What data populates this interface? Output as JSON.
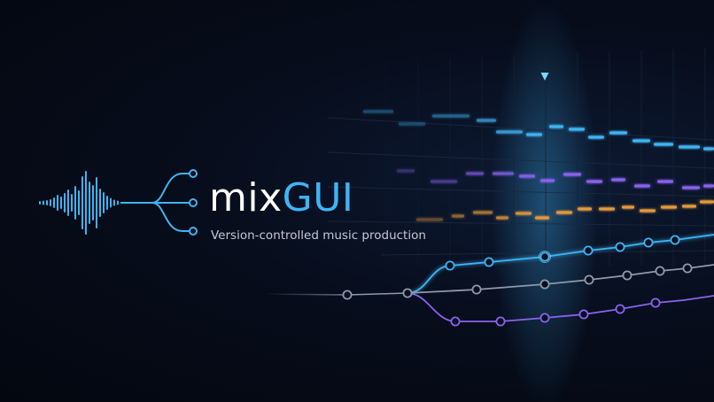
{
  "brand": {
    "name_part_a": "mix",
    "name_part_b": "GUI",
    "tagline": "Version-controlled music production"
  },
  "icons": {
    "logo_mark": "waveform-branch-icon",
    "playhead": "playhead-triangle-icon"
  },
  "colors": {
    "background": "#050a14",
    "wordmark_primary": "#ffffff",
    "accent_blue": "#3fb4f4",
    "accent_purple": "#8a62f0",
    "accent_orange": "#e39a3a",
    "branch_grey": "#8f99ab",
    "tagline": "#c3cad6"
  },
  "illustration": {
    "note_lanes": [
      "blue",
      "purple",
      "orange"
    ],
    "branches": [
      "blue",
      "grey",
      "purple"
    ],
    "branch_node_counts": {
      "blue": 7,
      "grey": 6,
      "purple": 6
    }
  }
}
